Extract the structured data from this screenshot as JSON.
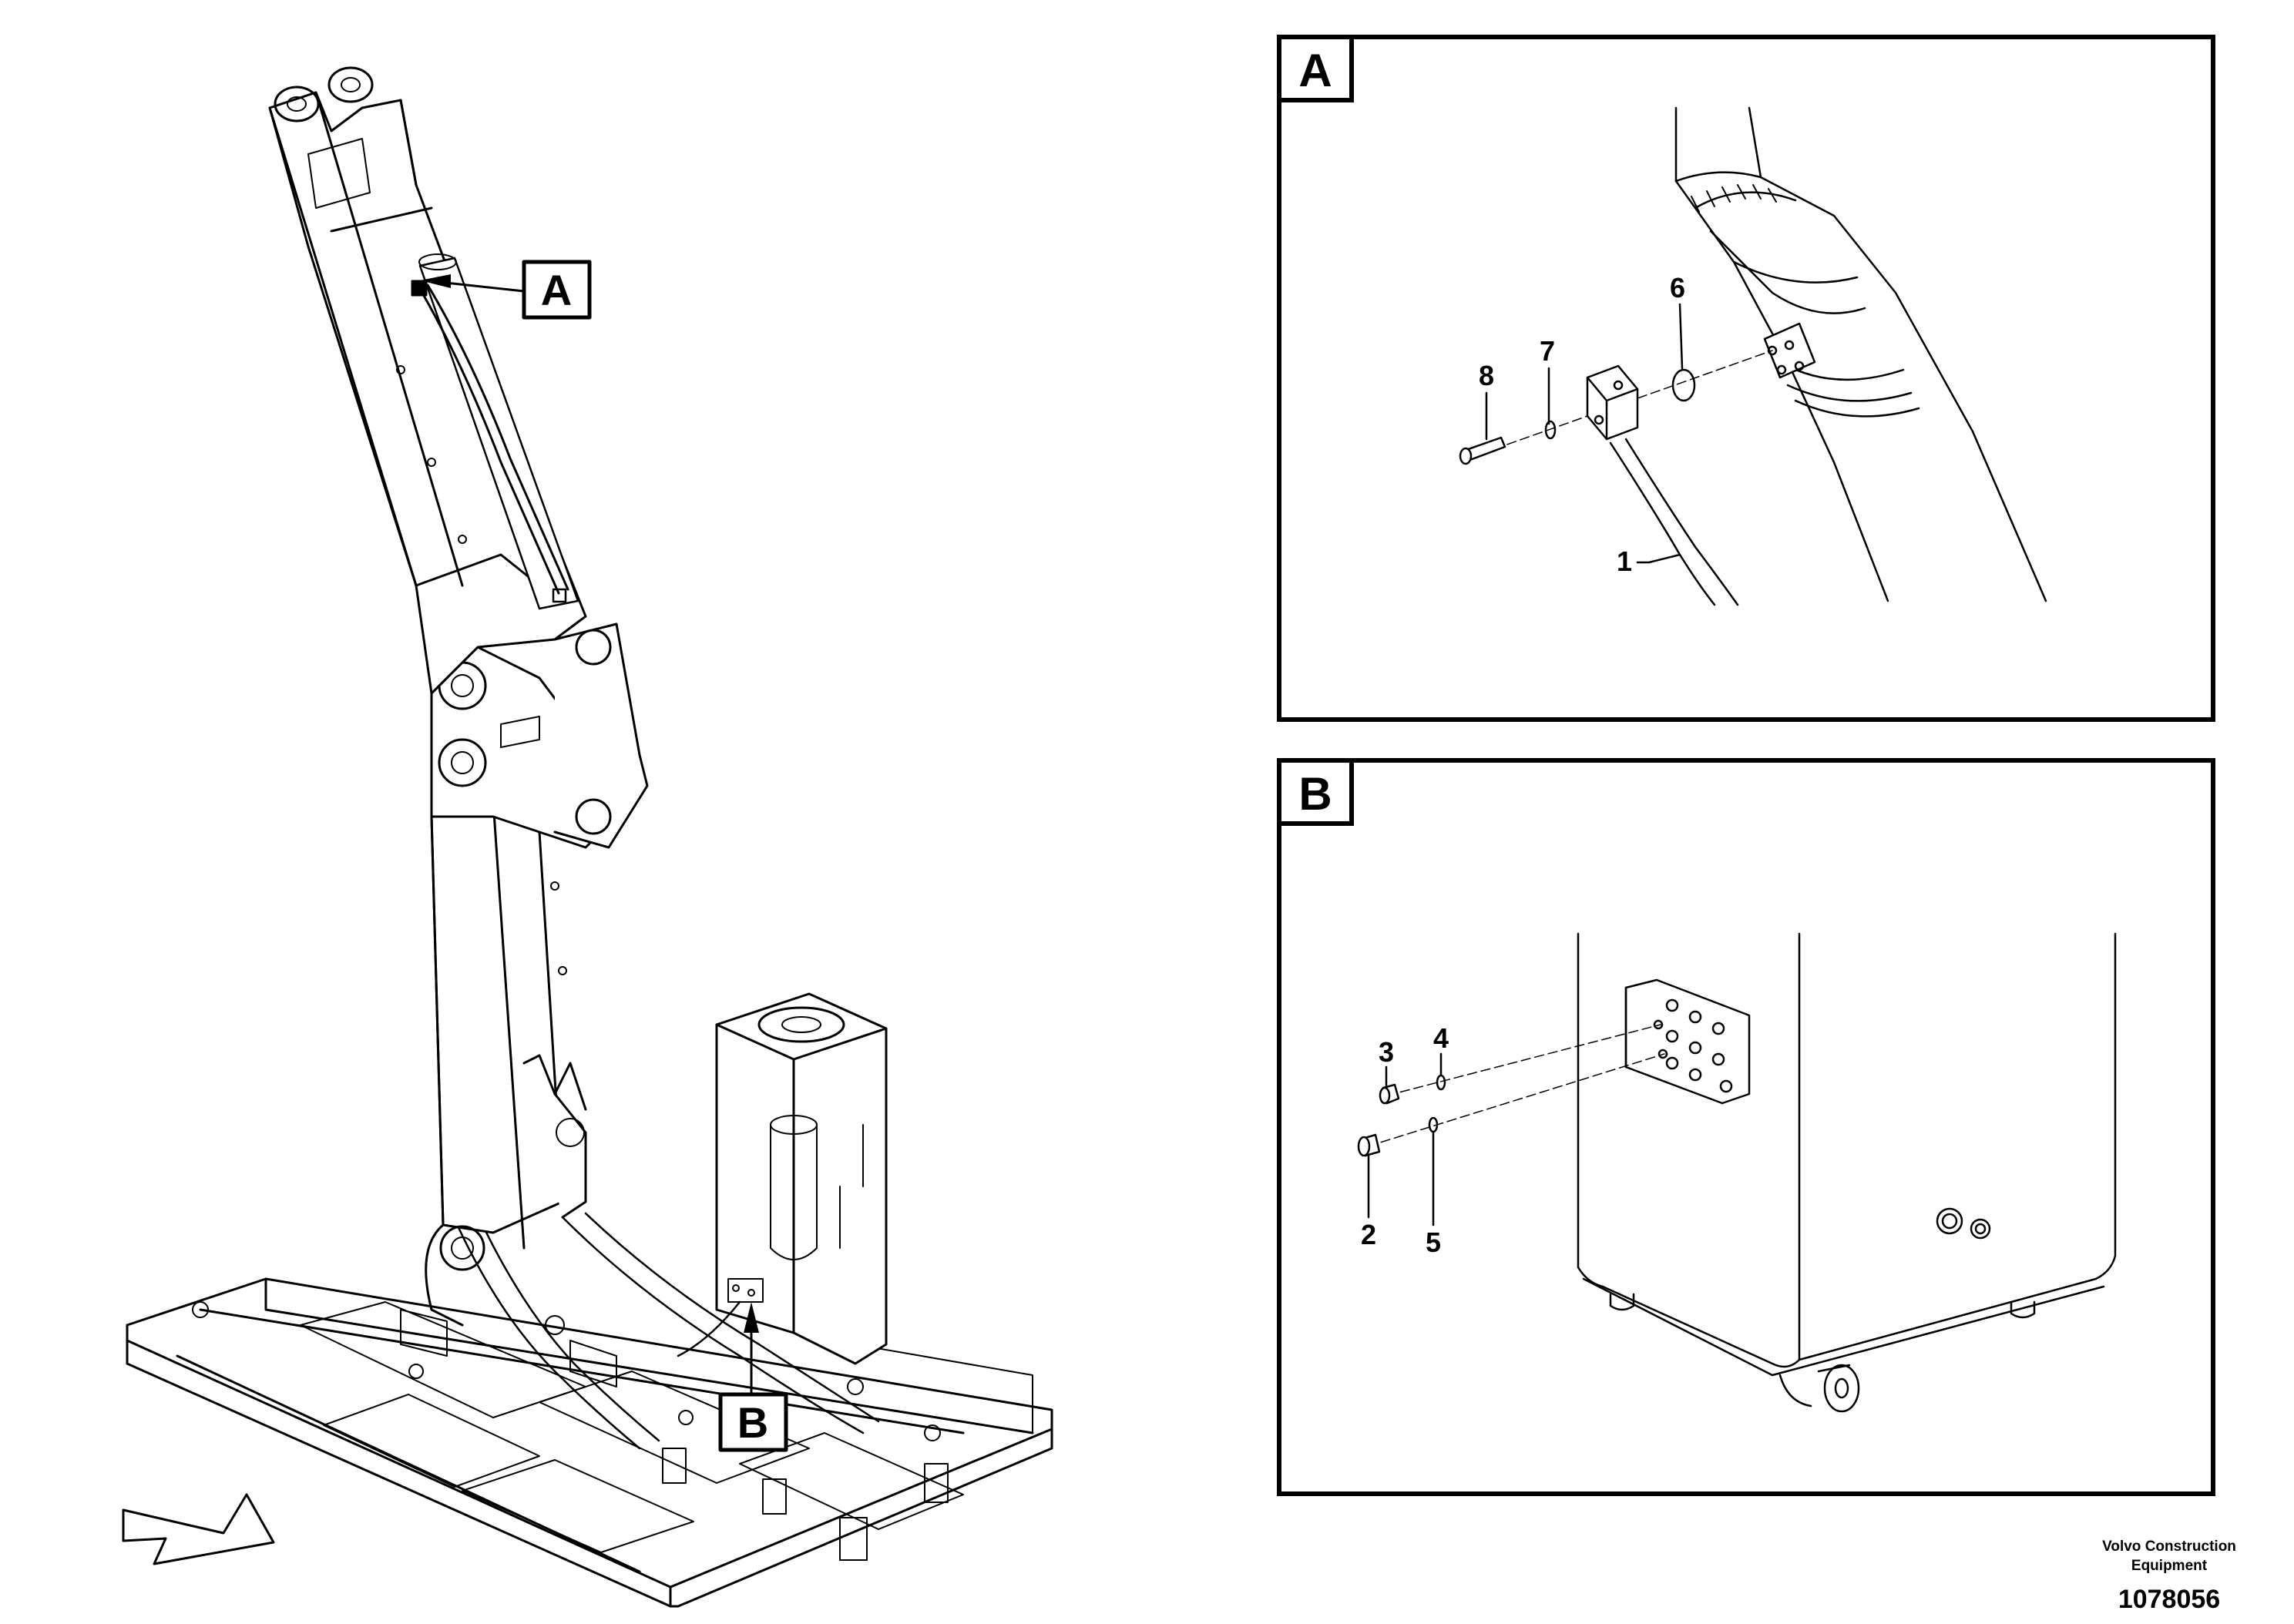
{
  "main_view": {
    "callouts": [
      {
        "letter": "A"
      },
      {
        "letter": "B"
      }
    ],
    "direction_arrow": "front-direction-arrow"
  },
  "detail_a": {
    "label": "A",
    "part_numbers": [
      "8",
      "7",
      "6",
      "1"
    ]
  },
  "detail_b": {
    "label": "B",
    "part_numbers": [
      "3",
      "4",
      "2",
      "5"
    ]
  },
  "footer": {
    "company_line1": "Volvo Construction",
    "company_line2": "Equipment",
    "doc_number": "1078056"
  }
}
